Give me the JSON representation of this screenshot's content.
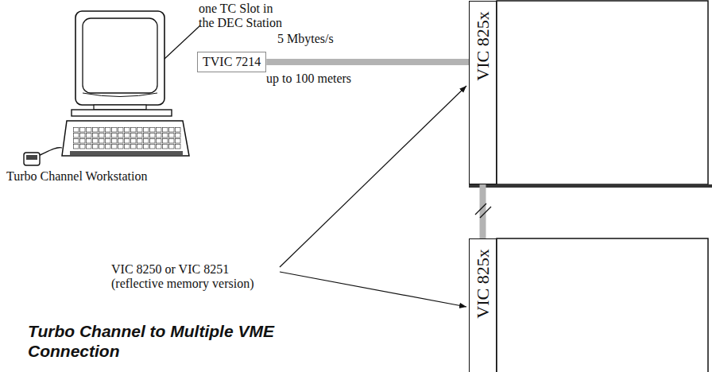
{
  "diagram": {
    "title": "Turbo Channel to Multiple VME Connection",
    "nodes": [
      {
        "text": [
          "TVIC 7214"
        ]
      },
      {
        "text": [
          "VIC 825x"
        ]
      },
      {
        "text": [
          "VIC 825x"
        ]
      }
    ],
    "edges": [
      {
        "from": 0,
        "to": 1,
        "arrow": "none"
      },
      {
        "from": 1,
        "to": 2,
        "arrow": "none"
      }
    ],
    "labels": [
      "one TC Slot in the DEC Station",
      "5 Mbytes/s",
      "up to 100 meters",
      "Turbo Channel Workstation",
      "VIC 8250 or VIC 8251 (reflective memory version)"
    ]
  }
}
